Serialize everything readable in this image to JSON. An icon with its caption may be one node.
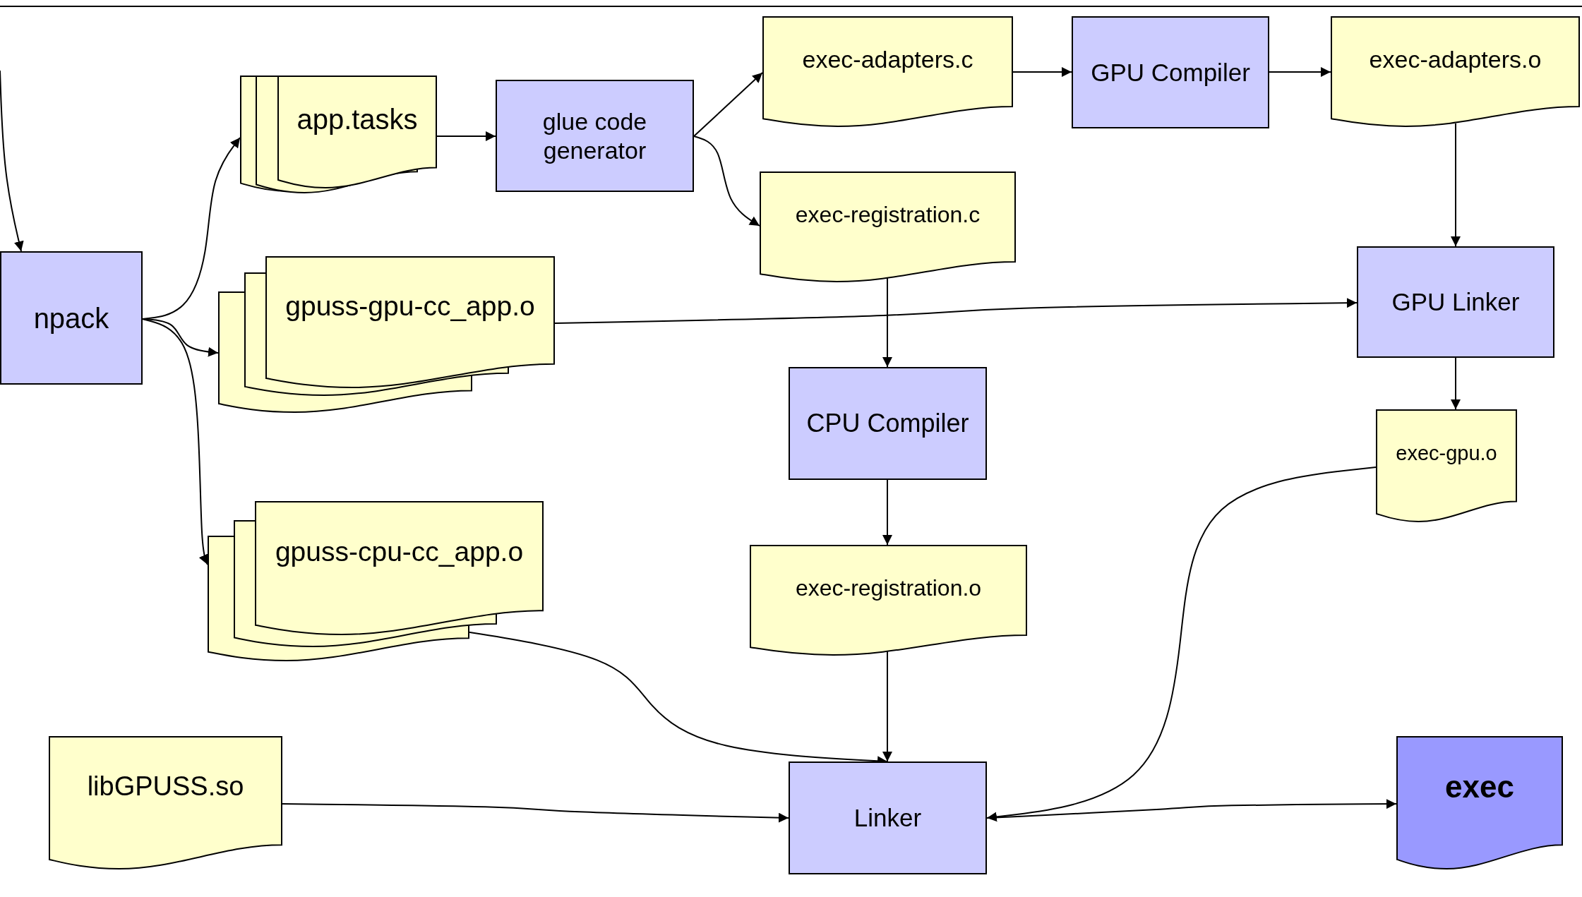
{
  "diagram": {
    "nodes": [
      {
        "text": [
          "npack"
        ]
      },
      {
        "text": [
          "app.tasks"
        ]
      },
      {
        "text": [
          "glue code generator"
        ]
      },
      {
        "text": [
          "exec-adapters.c"
        ]
      },
      {
        "text": [
          "GPU Compiler"
        ]
      },
      {
        "text": [
          "exec-adapters.o"
        ]
      },
      {
        "text": [
          "exec-registration.c"
        ]
      },
      {
        "text": [
          "gpuss-gpu-cc_app.o"
        ]
      },
      {
        "text": [
          "GPU Linker"
        ]
      },
      {
        "text": [
          "CPU Compiler"
        ]
      },
      {
        "text": [
          "exec-gpu.o"
        ]
      },
      {
        "text": [
          "gpuss-cpu-cc_app.o"
        ]
      },
      {
        "text": [
          "exec-registration.o"
        ]
      },
      {
        "text": [
          "libGPUSS.so"
        ]
      },
      {
        "text": [
          "Linker"
        ]
      },
      {
        "text": [
          "exec"
        ]
      }
    ],
    "edges": [
      {
        "from": null,
        "to": 0,
        "arrow": "to"
      },
      {
        "from": 0,
        "to": 1,
        "arrow": "to"
      },
      {
        "from": 0,
        "to": 7,
        "arrow": "to"
      },
      {
        "from": 0,
        "to": 11,
        "arrow": "to"
      },
      {
        "from": 1,
        "to": 2,
        "arrow": "to"
      },
      {
        "from": 2,
        "to": 3,
        "arrow": "to"
      },
      {
        "from": 2,
        "to": 6,
        "arrow": "to"
      },
      {
        "from": 3,
        "to": 4,
        "arrow": "to"
      },
      {
        "from": 4,
        "to": 5,
        "arrow": "to"
      },
      {
        "from": 5,
        "to": 8,
        "arrow": "to"
      },
      {
        "from": 7,
        "to": 8,
        "arrow": "to"
      },
      {
        "from": 6,
        "to": 9,
        "arrow": "to"
      },
      {
        "from": 8,
        "to": 10,
        "arrow": "to"
      },
      {
        "from": 9,
        "to": 12,
        "arrow": "to"
      },
      {
        "from": 12,
        "to": 14,
        "arrow": "to"
      },
      {
        "from": 11,
        "to": 14,
        "arrow": "to"
      },
      {
        "from": 10,
        "to": 14,
        "arrow": "to"
      },
      {
        "from": 13,
        "to": 14,
        "arrow": "to"
      },
      {
        "from": 14,
        "to": 15,
        "arrow": "to"
      }
    ]
  }
}
